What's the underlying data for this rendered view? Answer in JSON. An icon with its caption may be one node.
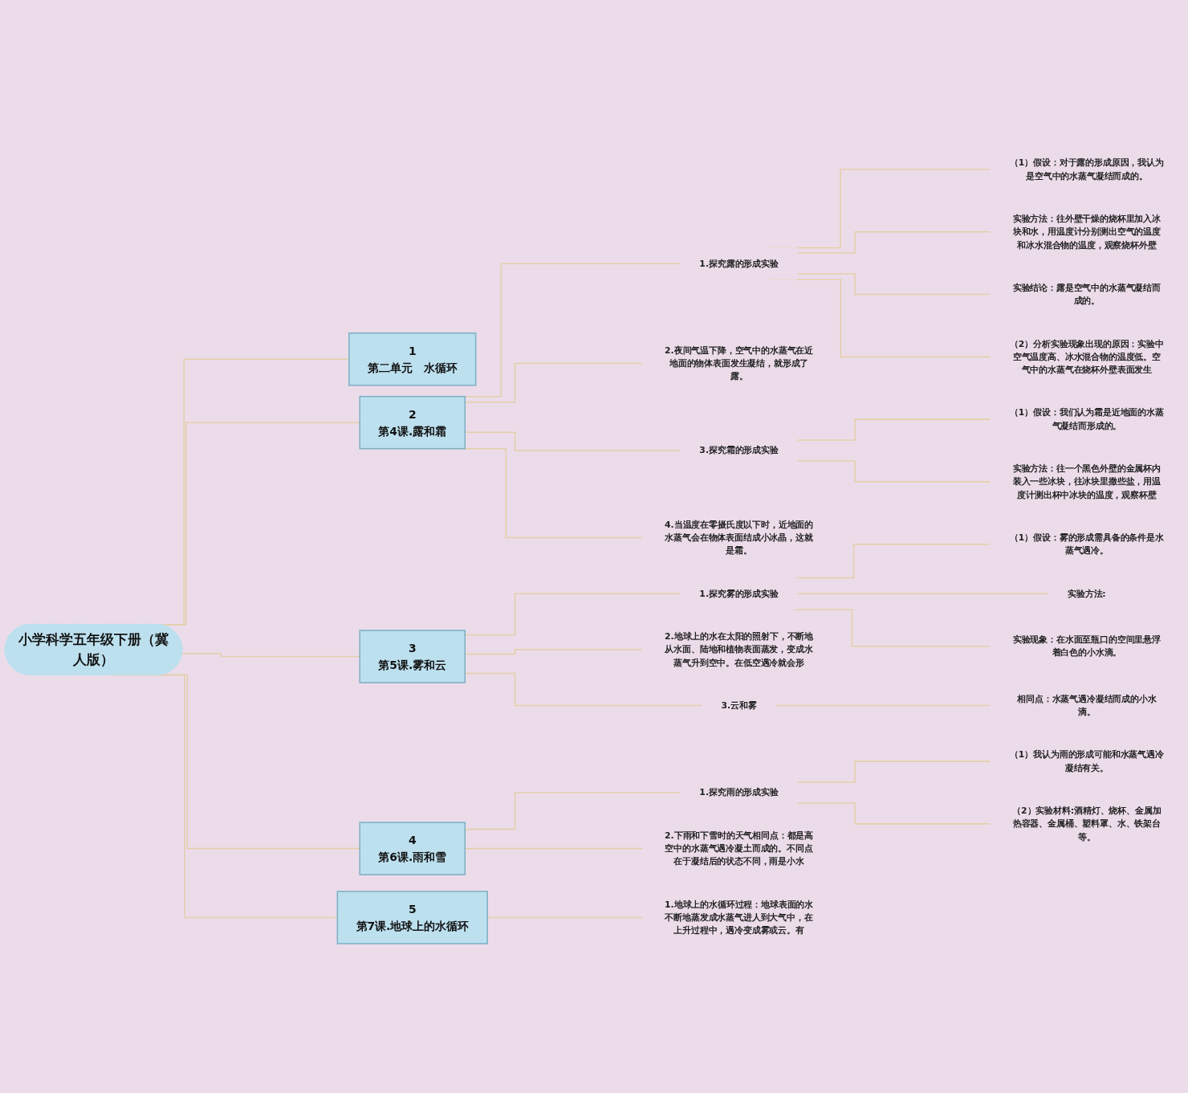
{
  "diagram": {
    "nodes": [
      {
        "text": [
          "小学科学五年级下册（冀人版）"
        ]
      },
      {
        "text": [
          "1",
          "第二单元　水循环"
        ]
      },
      {
        "text": [
          "2",
          "第4课.露和霜"
        ]
      },
      {
        "text": [
          "1.探究露的形成实验"
        ]
      },
      {
        "text": [
          "（1）假设：对于露的形成原因，我认为是空气中的水蒸气凝结而成的。"
        ]
      },
      {
        "text": [
          "实验方法：往外壁干燥的烧杯里加入冰块和水，用温度计分别测出空气的温度和冰水混合物的温度，观察烧杯外壁"
        ]
      },
      {
        "text": [
          "实验结论：露是空气中的水蒸气凝结而成的。"
        ]
      },
      {
        "text": [
          "（2）分析实验现象出现的原因：实验中空气温度高、冰水混合物的温度低。空气中的水蒸气在烧杯外壁表面发生"
        ]
      },
      {
        "text": [
          "2.夜间气温下降，空气中的水蒸气在近地面的物体表面发生凝结，就形成了露。"
        ]
      },
      {
        "text": [
          "3.探究霜的形成实验"
        ]
      },
      {
        "text": [
          "（1）假设：我们认为霜是近地面的水蒸气凝结而形成的。"
        ]
      },
      {
        "text": [
          "实验方法：往一个黑色外壁的金属杯内装入一些冰块，往冰块里撒些盐，用温度计测出杯中冰块的温度，观察杯壁"
        ]
      },
      {
        "text": [
          "4.当温度在零摄氏度以下时，近地面的水蒸气会在物体表面结成小冰晶，这就是霜。"
        ]
      },
      {
        "text": [
          "3",
          "第5课.雾和云"
        ]
      },
      {
        "text": [
          "1.探究雾的形成实验"
        ]
      },
      {
        "text": [
          "（1）假设：雾的形成需具备的条件是水蒸气遇冷。"
        ]
      },
      {
        "text": [
          "实验方法:"
        ]
      },
      {
        "text": [
          "实验现象：在水面至瓶口的空间里悬浮着白色的小水滴。"
        ]
      },
      {
        "text": [
          "2.地球上的水在太阳的照射下，不断地从水面、陆地和植物表面蒸发，变成水蒸气升到空中。在低空遇冷就会形"
        ]
      },
      {
        "text": [
          "3.云和雾"
        ]
      },
      {
        "text": [
          "相同点：水蒸气遇冷凝结而成的小水滴。"
        ]
      },
      {
        "text": [
          "4",
          "第6课.雨和雪"
        ]
      },
      {
        "text": [
          "1.探究雨的形成实验"
        ]
      },
      {
        "text": [
          "（1）我认为雨的形成可能和水蒸气遇冷凝结有关。"
        ]
      },
      {
        "text": [
          "（2）实验材料:酒精灯、烧杯、金属加热容器、金属桶、塑料罩、水、铁架台等。"
        ]
      },
      {
        "text": [
          "2.下雨和下雪时的天气相同点：都是高空中的水蒸气遇冷凝土而成的。不同点在于凝结后的状态不同，雨是小水"
        ]
      },
      {
        "text": [
          "5",
          "第7课.地球上的水循环"
        ]
      },
      {
        "text": [
          "1.地球上的水循环过程：地球表面的水不断地蒸发成水蒸气进人到大气中，在上升过程中，遇冷变成雾或云。有"
        ]
      }
    ],
    "edges": [
      {
        "from": 0,
        "to": 1,
        "arrow": "none"
      },
      {
        "from": 0,
        "to": 2,
        "arrow": "none"
      },
      {
        "from": 2,
        "to": 3,
        "arrow": "none"
      },
      {
        "from": 3,
        "to": 4,
        "arrow": "none"
      },
      {
        "from": 3,
        "to": 5,
        "arrow": "none"
      },
      {
        "from": 3,
        "to": 6,
        "arrow": "none"
      },
      {
        "from": 3,
        "to": 7,
        "arrow": "none"
      },
      {
        "from": 2,
        "to": 8,
        "arrow": "none"
      },
      {
        "from": 2,
        "to": 9,
        "arrow": "none"
      },
      {
        "from": 9,
        "to": 10,
        "arrow": "none"
      },
      {
        "from": 9,
        "to": 11,
        "arrow": "none"
      },
      {
        "from": 2,
        "to": 12,
        "arrow": "none"
      },
      {
        "from": 0,
        "to": 13,
        "arrow": "none"
      },
      {
        "from": 13,
        "to": 14,
        "arrow": "none"
      },
      {
        "from": 14,
        "to": 15,
        "arrow": "none"
      },
      {
        "from": 14,
        "to": 16,
        "arrow": "none"
      },
      {
        "from": 14,
        "to": 17,
        "arrow": "none"
      },
      {
        "from": 13,
        "to": 18,
        "arrow": "none"
      },
      {
        "from": 13,
        "to": 19,
        "arrow": "none"
      },
      {
        "from": 19,
        "to": 20,
        "arrow": "none"
      },
      {
        "from": 0,
        "to": 21,
        "arrow": "none"
      },
      {
        "from": 21,
        "to": 22,
        "arrow": "none"
      },
      {
        "from": 22,
        "to": 23,
        "arrow": "none"
      },
      {
        "from": 22,
        "to": 24,
        "arrow": "none"
      },
      {
        "from": 21,
        "to": 25,
        "arrow": "none"
      },
      {
        "from": 0,
        "to": 26,
        "arrow": "none"
      },
      {
        "from": 26,
        "to": 27,
        "arrow": "none"
      }
    ]
  }
}
